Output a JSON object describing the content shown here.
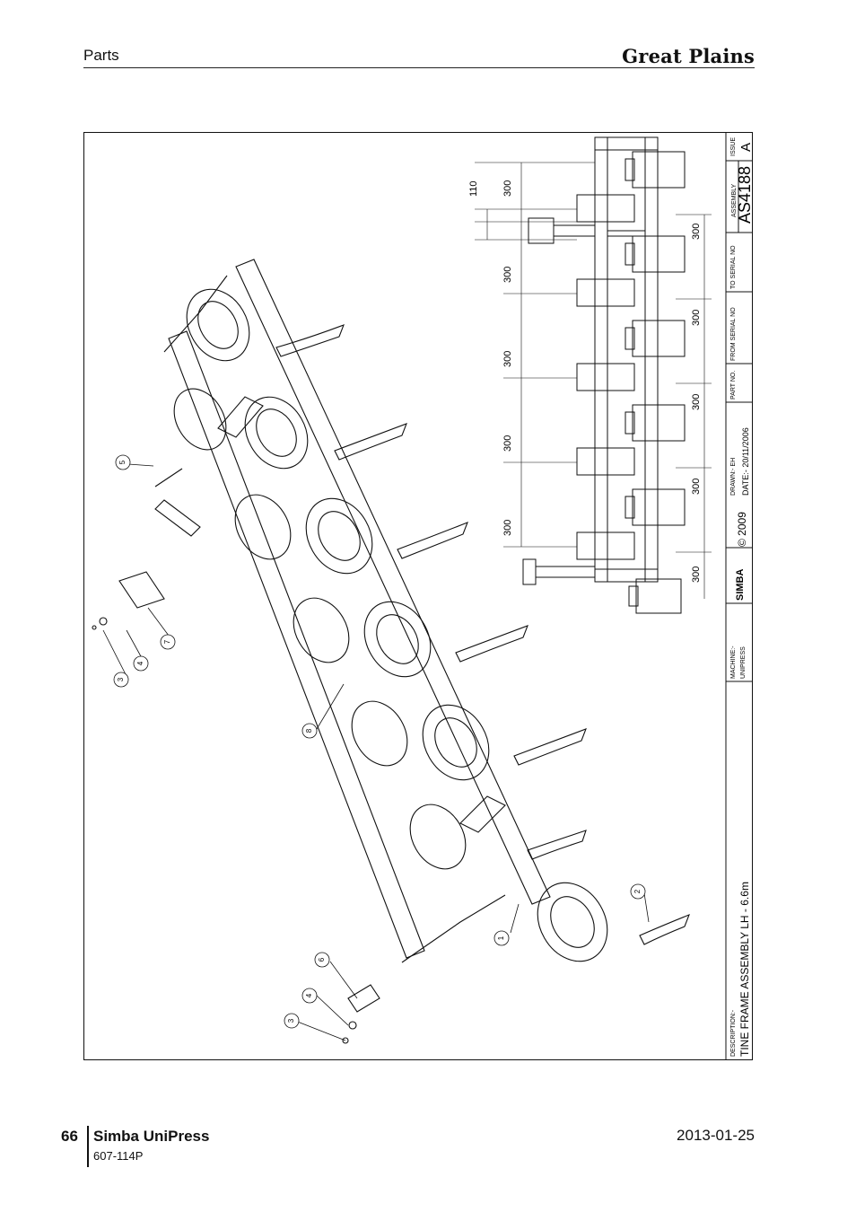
{
  "header": {
    "section": "Parts",
    "brand": "Great Plains"
  },
  "drawing": {
    "dimensions": {
      "top": "110",
      "spacing": "300"
    },
    "callouts": [
      "1",
      "2",
      "3",
      "4",
      "5",
      "6",
      "7",
      "8"
    ],
    "title_block": {
      "issue_label": "ISSUE",
      "issue": "A",
      "assembly_label": "ASSEMBLY",
      "assembly": "AS4188",
      "to_serial_label": "TO SERIAL NO",
      "from_serial_label": "FROM SERIAL NO",
      "part_no_label": "PART NO.",
      "drawn_label": "DRAWN:- EH",
      "date_label": "DATE:- 20/11/2006",
      "copyright": "© 2009",
      "logo": "SIMBA",
      "machine_label": "MACHINE:-",
      "machine": "UNIPRESS",
      "description_label": "DESCRIPTION:-",
      "description": "TINE FRAME ASSEMBLY LH - 6.6m"
    }
  },
  "footer": {
    "page": "66",
    "title": "Simba UniPress",
    "code": "607-114P",
    "date": "2013-01-25"
  }
}
